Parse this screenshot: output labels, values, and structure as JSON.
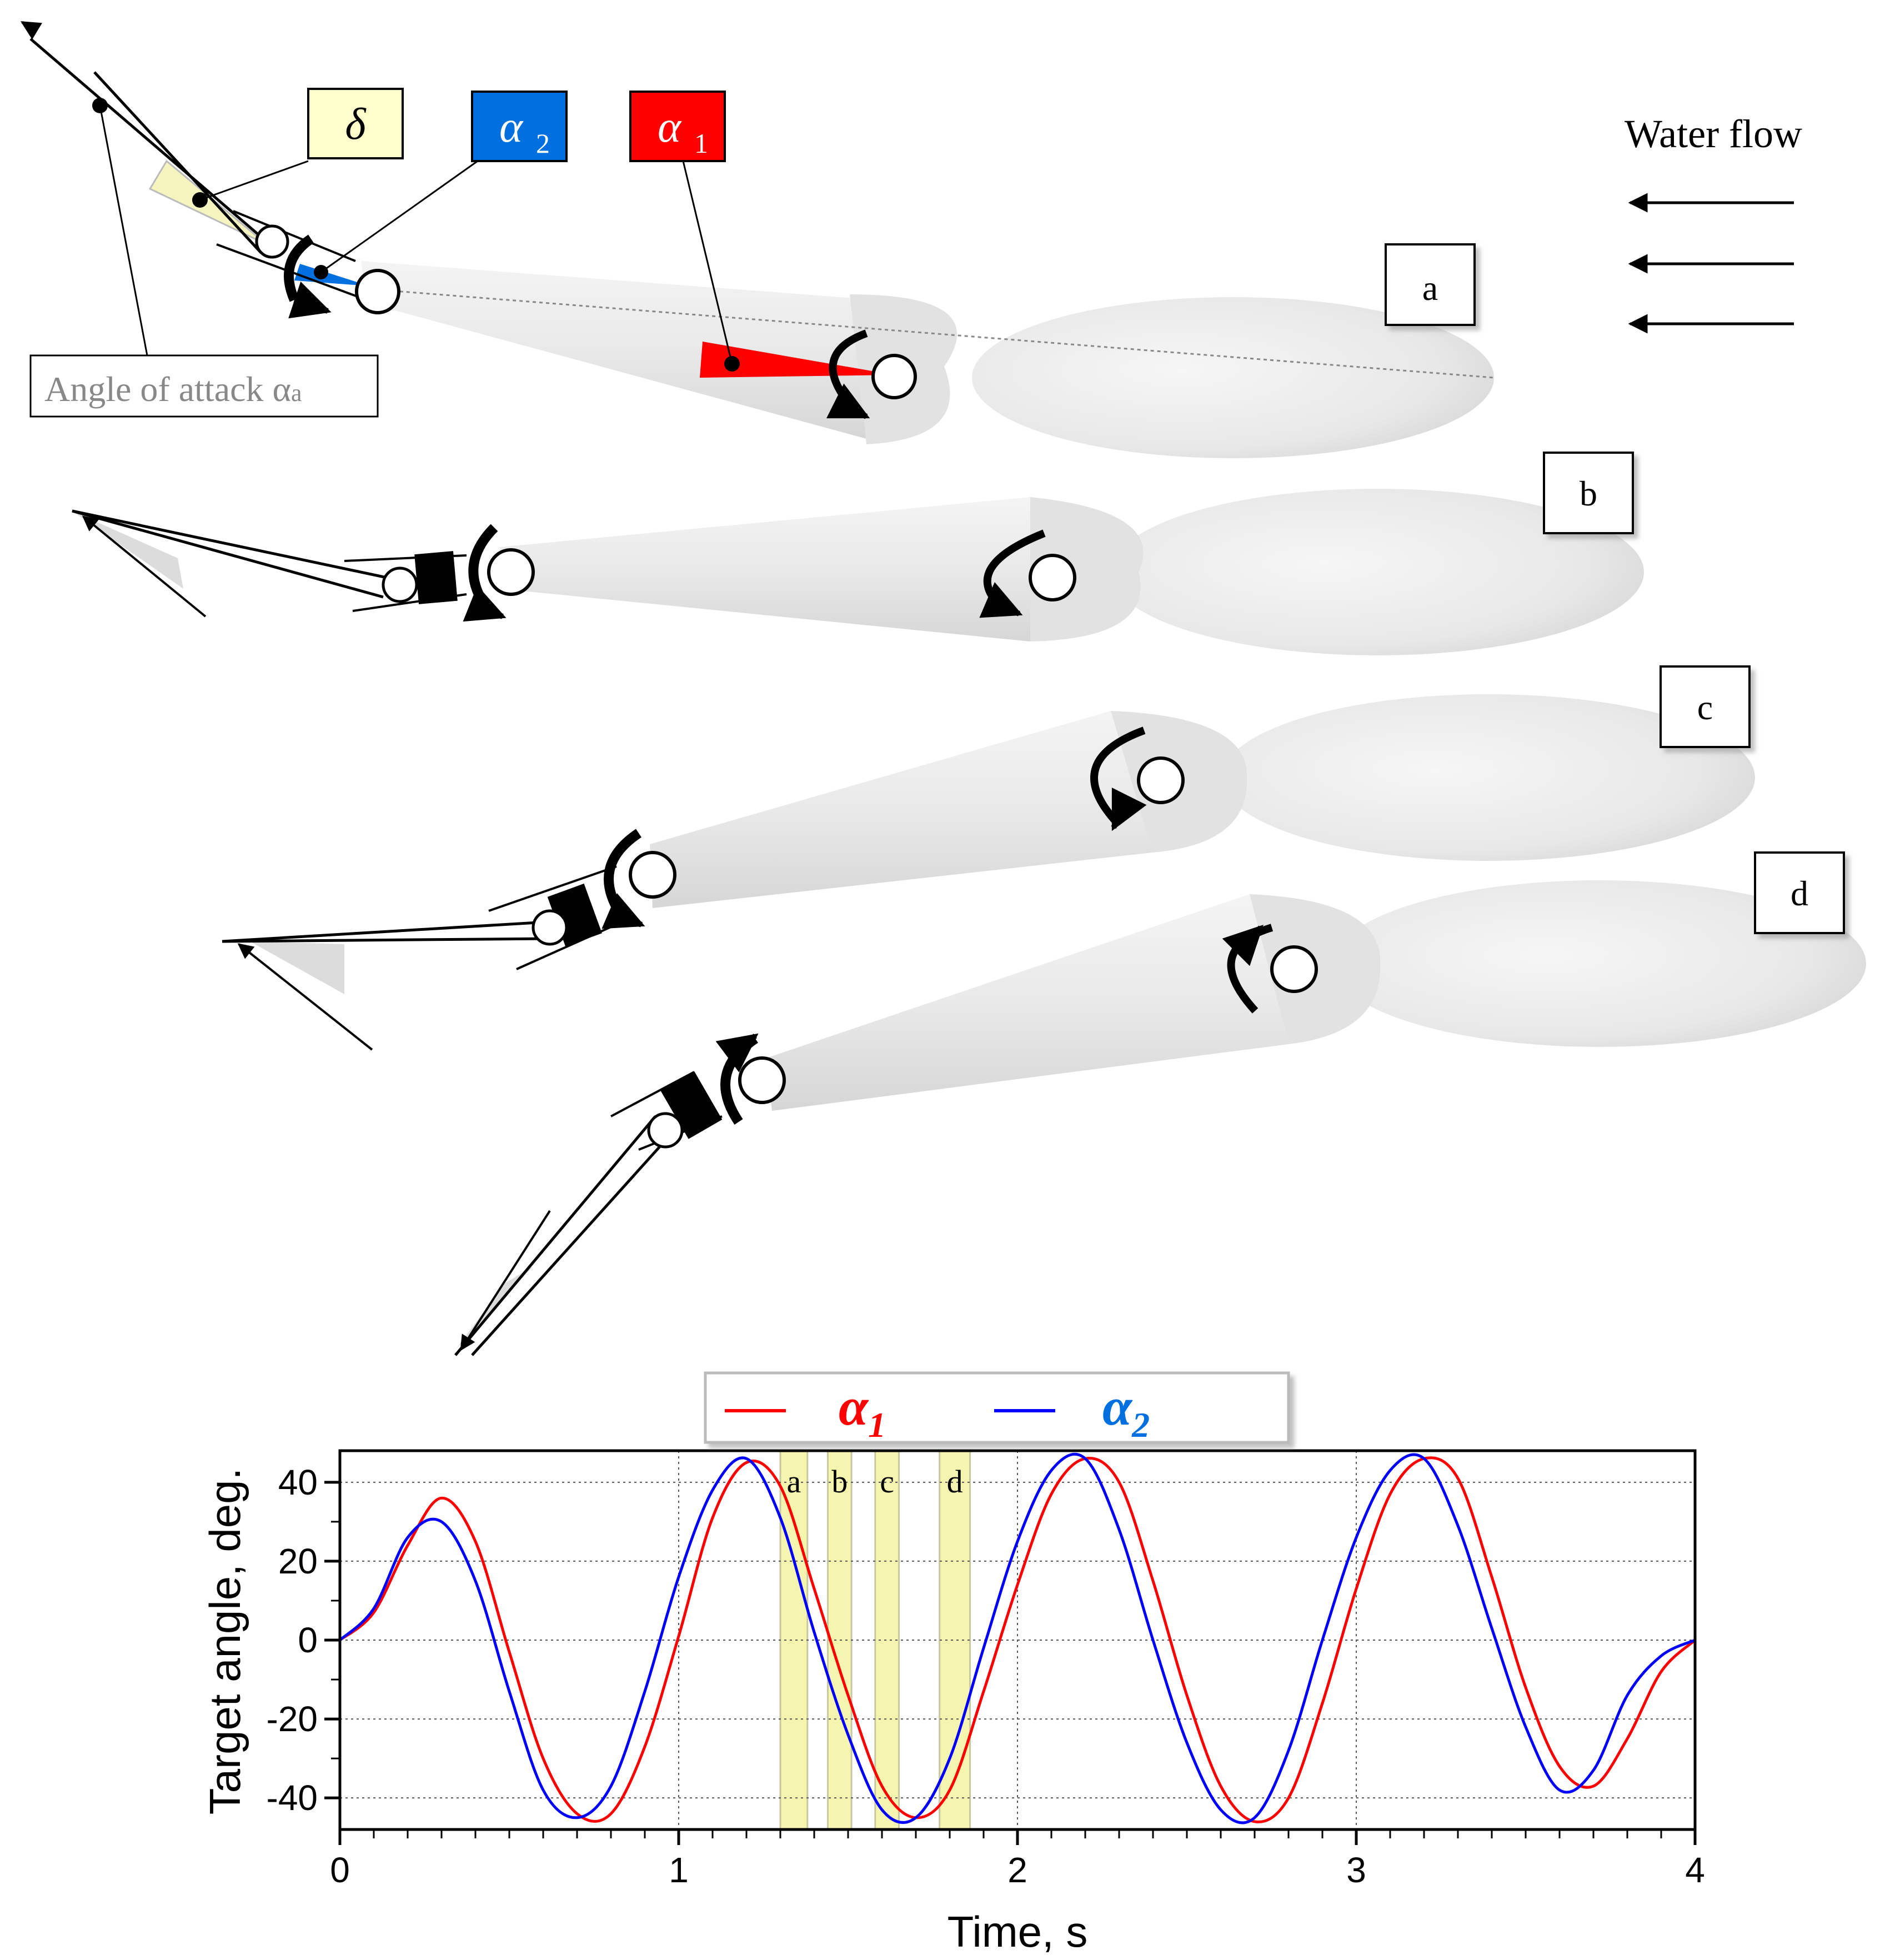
{
  "labels": {
    "delta": "δ",
    "alpha2": "α",
    "alpha2_sub": "2",
    "alpha1": "α",
    "alpha1_sub": "1",
    "water_flow": "Water flow",
    "angle_of_attack": "Angle of attack α",
    "angle_of_attack_sub": "a",
    "pose_a": "a",
    "pose_b": "b",
    "pose_c": "c",
    "pose_d": "d"
  },
  "colors": {
    "alpha1": "#ff0000",
    "alpha2": "#0070e0",
    "alpha2_line": "#0000ff",
    "delta_box": "#ffffcc",
    "highlight": "#f5f5b0",
    "body": "#e6e6e6"
  },
  "chart_data": {
    "type": "line",
    "title": "",
    "xlabel": "Time, s",
    "ylabel": "Target angle, deg.",
    "xlim": [
      0,
      4
    ],
    "ylim": [
      -48,
      48
    ],
    "xticks": [
      "0",
      "1",
      "2",
      "3",
      "4"
    ],
    "yticks": [
      "40",
      "20",
      "0",
      "-20",
      "-40"
    ],
    "grid": true,
    "legend_position": "top-center",
    "legend": [
      "α1",
      "α2"
    ],
    "x": [
      0,
      0.1,
      0.2,
      0.3,
      0.4,
      0.5,
      0.6,
      0.7,
      0.8,
      0.9,
      1.0,
      1.1,
      1.2,
      1.3,
      1.4,
      1.5,
      1.6,
      1.7,
      1.8,
      1.9,
      2.0,
      2.1,
      2.2,
      2.3,
      2.4,
      2.5,
      2.6,
      2.7,
      2.8,
      2.9,
      3.0,
      3.1,
      3.2,
      3.3,
      3.4,
      3.5,
      3.6,
      3.7,
      3.8,
      3.9,
      4.0
    ],
    "series": [
      {
        "name": "α1",
        "values": [
          0,
          7,
          24,
          36,
          25,
          -3,
          -30,
          -44,
          -44,
          -27,
          1,
          31,
          45,
          39,
          13,
          -14,
          -37,
          -45,
          -38,
          -13,
          14,
          37,
          46,
          40,
          15,
          -14,
          -37,
          -46,
          -40,
          -16,
          13,
          37,
          46,
          41,
          16,
          -12,
          -32,
          -37,
          -25,
          -8,
          0
        ]
      },
      {
        "name": "α2",
        "values": [
          0,
          8,
          26,
          30,
          15,
          -13,
          -38,
          -45,
          -37,
          -13,
          16,
          38,
          46,
          31,
          2,
          -24,
          -43,
          -45,
          -30,
          -2,
          25,
          43,
          46,
          28,
          0,
          -26,
          -43,
          -45,
          -28,
          0,
          26,
          43,
          46,
          29,
          3,
          -22,
          -38,
          -33,
          -14,
          -4,
          0
        ]
      }
    ],
    "highlight_bands": [
      {
        "label": "a",
        "from": 1.3,
        "to": 1.38
      },
      {
        "label": "b",
        "from": 1.44,
        "to": 1.51
      },
      {
        "label": "c",
        "from": 1.58,
        "to": 1.65
      },
      {
        "label": "d",
        "from": 1.77,
        "to": 1.86
      }
    ]
  }
}
